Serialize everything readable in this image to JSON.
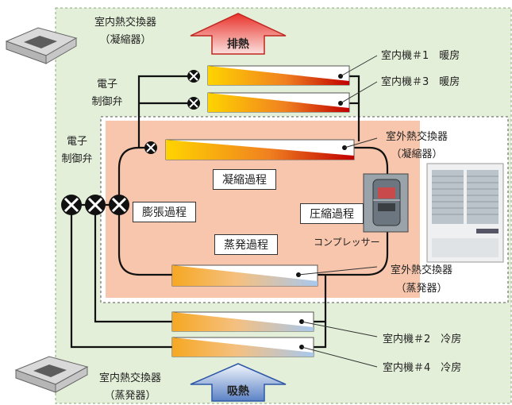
{
  "arrows": {
    "exhaust": "排熱",
    "intake": "吸熱"
  },
  "indoor_hx_top": {
    "line1": "室内熱交換器",
    "line2": "（凝縮器）"
  },
  "indoor_hx_bottom": {
    "line1": "室内熱交換器",
    "line2": "（蒸発器）"
  },
  "outdoor_hx_top": {
    "line1": "室外熱交換器",
    "line2": "（凝縮器）"
  },
  "outdoor_hx_bottom": {
    "line1": "室外熱交換器",
    "line2": "（蒸発器）"
  },
  "valve_top": {
    "line1": "電子",
    "line2": "制御弁"
  },
  "valve_left": {
    "line1": "電子",
    "line2": "制御弁"
  },
  "units": {
    "u1": "室内機＃1　暖房",
    "u3": "室内機＃3　暖房",
    "u2": "室内機＃2　冷房",
    "u4": "室内機＃4　冷房"
  },
  "processes": {
    "condense": "凝縮過程",
    "expand": "膨張過程",
    "compress": "圧縮過程",
    "evaporate": "蒸発過程"
  },
  "compressor": "コンプレッサー",
  "colors": {
    "outer_bg": "#e3efd8",
    "inner_bg": "#f7c6ac",
    "hot": "#c00000",
    "warm": "#ffd000",
    "cold": "#9ec1ea",
    "exhaust_arrow": "#e0302a",
    "intake_arrow": "#3a66b6"
  }
}
